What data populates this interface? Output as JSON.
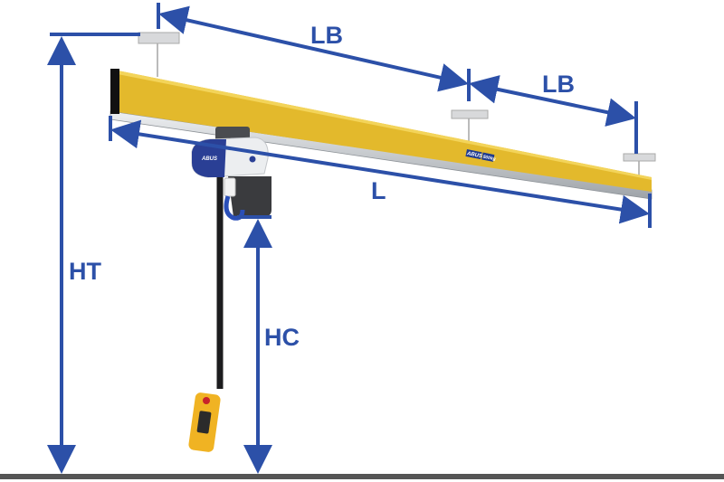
{
  "diagram": {
    "title": "Monorail crane dimensions",
    "labels": {
      "beam_spacing_1": "LB",
      "beam_spacing_2": "LB",
      "length": "L",
      "total_height": "HT",
      "hook_height": "HC"
    },
    "beam_logo": {
      "brand": "ABUS",
      "capacity": "500kg"
    },
    "hoist_logo": "ABUS",
    "colors": {
      "dimension": "#2c50a8",
      "beam": "#e3b92c",
      "rail": "#c9cccf",
      "ground": "#555555",
      "hoist_blue": "#2a3f95",
      "pendant": "#f0b323"
    }
  }
}
